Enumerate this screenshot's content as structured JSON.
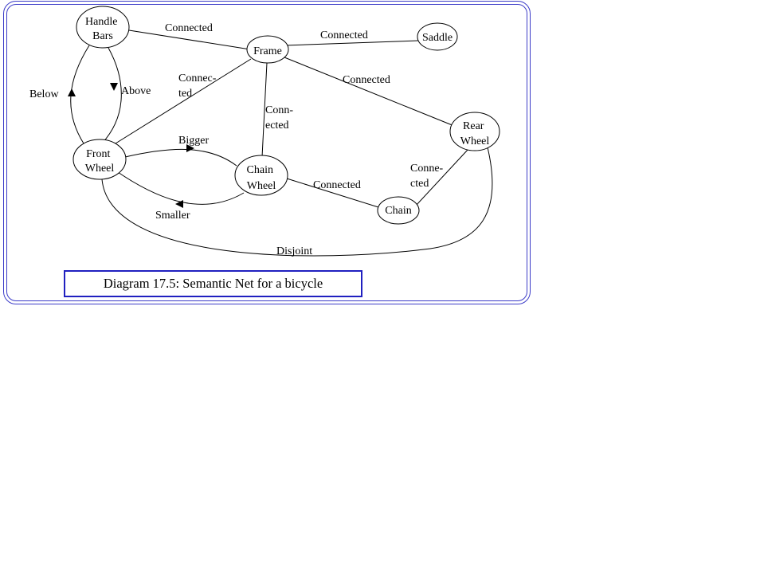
{
  "nodes": {
    "handle_bars": [
      "Handle",
      "Bars"
    ],
    "frame": [
      "Frame"
    ],
    "saddle": [
      "Saddle"
    ],
    "front_wheel": [
      "Front",
      "Wheel"
    ],
    "chain_wheel": [
      "Chain",
      "Wheel"
    ],
    "rear_wheel": [
      "Rear",
      "Wheel"
    ],
    "chain": [
      "Chain"
    ]
  },
  "edges": {
    "handle_frame": [
      "Connected"
    ],
    "frame_saddle": [
      "Connected"
    ],
    "frame_rear": [
      "Connected"
    ],
    "frame_front": [
      "Connec-",
      "ted"
    ],
    "frame_chainwheel": [
      "Conn-",
      "ected"
    ],
    "front_handle": [
      "Below"
    ],
    "handle_front": [
      "Above"
    ],
    "front_chainwheel": [
      "Bigger"
    ],
    "chainwheel_front": [
      "Smaller"
    ],
    "chainwheel_chain": [
      "Connected"
    ],
    "chain_rear": [
      "Conne-",
      "cted"
    ],
    "front_rear": [
      "Disjoint"
    ]
  },
  "caption": "Diagram 17.5: Semantic Net for a bicycle"
}
